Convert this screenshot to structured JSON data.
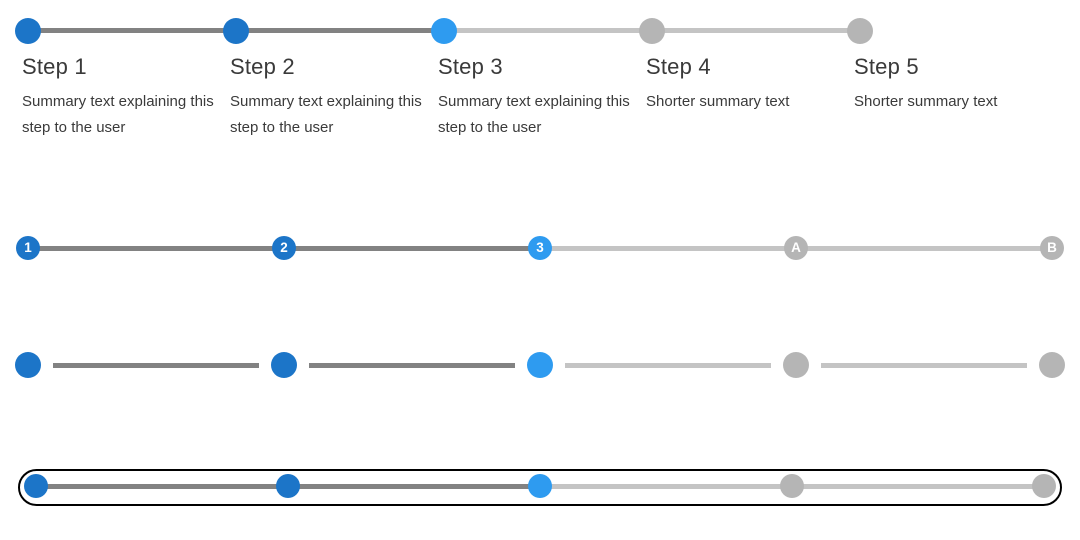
{
  "colors": {
    "completed": "#1c75c8",
    "active": "#2e9bf0",
    "upcoming": "#b5b5b5",
    "line-done": "#828282",
    "line-todo": "#c4c4c4",
    "text": "#3a3a3a",
    "step-label": "#ffffff",
    "pill-border": "#000000",
    "background": "#ffffff"
  },
  "labeled_stepper": {
    "steps": [
      {
        "title": "Step 1",
        "summary": "Summary text explaining this step to the user",
        "state": "completed"
      },
      {
        "title": "Step 2",
        "summary": "Summary text explaining this step to the user",
        "state": "completed"
      },
      {
        "title": "Step 3",
        "summary": "Summary text explaining this step to the user",
        "state": "active"
      },
      {
        "title": "Step 4",
        "summary": "Shorter summary text",
        "state": "upcoming"
      },
      {
        "title": "Step 5",
        "summary": "Shorter summary text",
        "state": "upcoming"
      }
    ],
    "segments": [
      {
        "state": "done"
      },
      {
        "state": "done"
      },
      {
        "state": "todo"
      },
      {
        "state": "todo"
      }
    ]
  },
  "numbered_stepper": {
    "steps": [
      {
        "label": "1",
        "state": "completed"
      },
      {
        "label": "2",
        "state": "completed"
      },
      {
        "label": "3",
        "state": "active"
      },
      {
        "label": "A",
        "state": "upcoming"
      },
      {
        "label": "B",
        "state": "upcoming"
      }
    ],
    "segments": [
      {
        "state": "done"
      },
      {
        "state": "done"
      },
      {
        "state": "todo"
      },
      {
        "state": "todo"
      }
    ]
  },
  "dot_stepper": {
    "steps": [
      {
        "state": "completed"
      },
      {
        "state": "completed"
      },
      {
        "state": "active"
      },
      {
        "state": "upcoming"
      },
      {
        "state": "upcoming"
      }
    ],
    "segments": [
      {
        "state": "done"
      },
      {
        "state": "done"
      },
      {
        "state": "todo"
      },
      {
        "state": "todo"
      }
    ]
  },
  "pill_stepper": {
    "steps": [
      {
        "state": "completed"
      },
      {
        "state": "completed"
      },
      {
        "state": "active"
      },
      {
        "state": "upcoming"
      },
      {
        "state": "upcoming"
      }
    ],
    "segments": [
      {
        "state": "done"
      },
      {
        "state": "done"
      },
      {
        "state": "todo"
      },
      {
        "state": "todo"
      }
    ]
  }
}
